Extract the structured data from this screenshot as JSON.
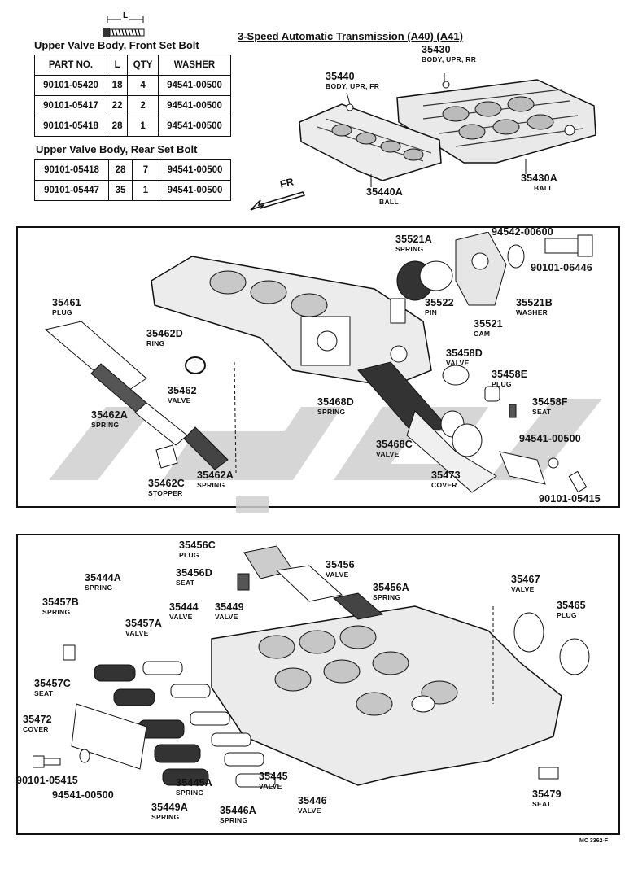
{
  "diagram_title": "3-Speed Automatic Transmission (A40) (A41)",
  "length_marker": "L",
  "front_table": {
    "title": "Upper Valve Body, Front Set Bolt",
    "headers": [
      "PART NO.",
      "L",
      "QTY",
      "WASHER"
    ],
    "rows": [
      [
        "90101-05420",
        "18",
        "4",
        "94541-00500"
      ],
      [
        "90101-05417",
        "22",
        "2",
        "94541-00500"
      ],
      [
        "90101-05418",
        "28",
        "1",
        "94541-00500"
      ]
    ]
  },
  "rear_table": {
    "title": "Upper Valve Body, Rear Set Bolt",
    "rows": [
      [
        "90101-05418",
        "28",
        "7",
        "94541-00500"
      ],
      [
        "90101-05447",
        "35",
        "1",
        "94541-00500"
      ]
    ]
  },
  "fr_arrow": "FR",
  "top_section": {
    "p35430": {
      "no": "35430",
      "name": "BODY, UPR, RR"
    },
    "p35440": {
      "no": "35440",
      "name": "BODY, UPR, FR"
    },
    "p35430A": {
      "no": "35430A",
      "name": "BALL"
    },
    "p35440A": {
      "no": "35440A",
      "name": "BALL"
    }
  },
  "middle_section": {
    "p35521A": {
      "no": "35521A",
      "name": "SPRING"
    },
    "p94542": {
      "no": "94542-00600"
    },
    "p90101_06446": {
      "no": "90101-06446"
    },
    "p35461": {
      "no": "35461",
      "name": "PLUG"
    },
    "p35522": {
      "no": "35522",
      "name": "PIN"
    },
    "p35521B": {
      "no": "35521B",
      "name": "WASHER"
    },
    "p35521": {
      "no": "35521",
      "name": "CAM"
    },
    "p35462D": {
      "no": "35462D",
      "name": "RING"
    },
    "p35458D": {
      "no": "35458D",
      "name": "VALVE"
    },
    "p35458E": {
      "no": "35458E",
      "name": "PLUG"
    },
    "p35462": {
      "no": "35462",
      "name": "VALVE"
    },
    "p35468D": {
      "no": "35468D",
      "name": "SPRING"
    },
    "p35458F": {
      "no": "35458F",
      "name": "SEAT"
    },
    "p35462A_1": {
      "no": "35462A",
      "name": "SPRING"
    },
    "p94541": {
      "no": "94541-00500"
    },
    "p35468C": {
      "no": "35468C",
      "name": "VALVE"
    },
    "p35462C": {
      "no": "35462C",
      "name": "STOPPER"
    },
    "p35462A_2": {
      "no": "35462A",
      "name": "SPRING"
    },
    "p35473": {
      "no": "35473",
      "name": "COVER"
    },
    "p90101_05415": {
      "no": "90101-05415"
    }
  },
  "bottom_section": {
    "p35456C": {
      "no": "35456C",
      "name": "PLUG"
    },
    "p35456D": {
      "no": "35456D",
      "name": "SEAT"
    },
    "p35456": {
      "no": "35456",
      "name": "VALVE"
    },
    "p35456A": {
      "no": "35456A",
      "name": "SPRING"
    },
    "p35467": {
      "no": "35467",
      "name": "VALVE"
    },
    "p35444A": {
      "no": "35444A",
      "name": "SPRING"
    },
    "p35465": {
      "no": "35465",
      "name": "PLUG"
    },
    "p35457B": {
      "no": "35457B",
      "name": "SPRING"
    },
    "p35444": {
      "no": "35444",
      "name": "VALVE"
    },
    "p35449": {
      "no": "35449",
      "name": "VALVE"
    },
    "p35457A": {
      "no": "35457A",
      "name": "VALVE"
    },
    "p35457C": {
      "no": "35457C",
      "name": "SEAT"
    },
    "p35472": {
      "no": "35472",
      "name": "COVER"
    },
    "p90101_05415": {
      "no": "90101-05415"
    },
    "p94541": {
      "no": "94541-00500"
    },
    "p35445A": {
      "no": "35445A",
      "name": "SPRING"
    },
    "p35445": {
      "no": "35445",
      "name": "VALVE"
    },
    "p35449A": {
      "no": "35449A",
      "name": "SPRING"
    },
    "p35446A": {
      "no": "35446A",
      "name": "SPRING"
    },
    "p35446": {
      "no": "35446",
      "name": "VALVE"
    },
    "p35479": {
      "no": "35479",
      "name": "SEAT"
    }
  },
  "figure_code": "MC 3362-F"
}
